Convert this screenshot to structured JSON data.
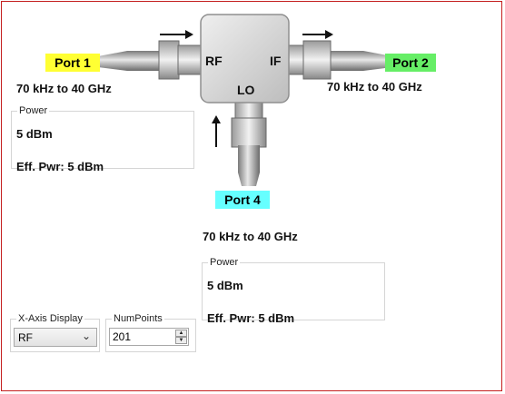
{
  "ports": {
    "port1": {
      "label": "Port 1",
      "freq": "70 kHz to 40 GHz",
      "color": "#ffff33"
    },
    "port2": {
      "label": "Port 2",
      "freq": "70 kHz to 40 GHz",
      "color": "#66ee66"
    },
    "port4": {
      "label": "Port 4",
      "freq": "70 kHz to 40 GHz",
      "color": "#66ffff"
    }
  },
  "mixer": {
    "rf": "RF",
    "if": "IF",
    "lo": "LO"
  },
  "power_port1": {
    "legend": "Power",
    "value": "5 dBm",
    "eff": "Eff. Pwr: 5 dBm"
  },
  "power_port4": {
    "legend": "Power",
    "value": "5 dBm",
    "eff": "Eff. Pwr: 5 dBm"
  },
  "xaxis": {
    "legend": "X-Axis Display",
    "value": "RF"
  },
  "numpoints": {
    "legend": "NumPoints",
    "value": "201"
  },
  "colors": {
    "border": "#c41e1e",
    "mixer_body": "#d6d6d6"
  },
  "icons": [
    "arrow-right-icon",
    "arrow-up-icon",
    "chevron-down-icon",
    "spin-up-icon",
    "spin-down-icon"
  ]
}
